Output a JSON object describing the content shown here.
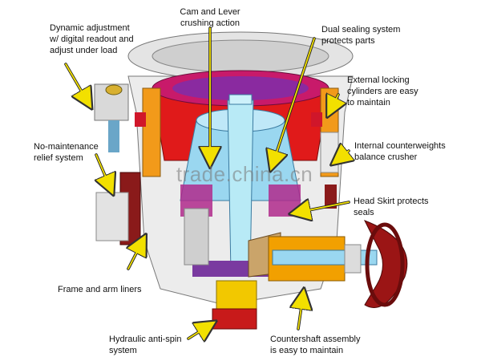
{
  "labels": {
    "cam_lever": "Cam and Lever\ncrushing action",
    "dynamic_adjustment": "Dynamic adjustment\nw/ digital readout and\nadjust under load",
    "dual_sealing": "Dual sealing system\nprotects parts",
    "external_locking": "External locking\ncylinders are easy\nto maintain",
    "no_maintenance": "No-maintenance\nrelief system",
    "internal_counterweights": "Internal counterweights\nbalance crusher",
    "head_skirt": "Head Skirt protects\nseals",
    "frame_arm_liners": "Frame and arm liners",
    "hydraulic_anti_spin": "Hydraulic anti-spin\nsystem",
    "countershaft": "Countershaft assembly\nis easy to maintain"
  },
  "watermark": "trade.china.cn",
  "colors": {
    "arrow": "#f2e000",
    "mantle": "#9ad7f0",
    "bowl": "#e01a1a",
    "liner": "#b02a8c",
    "frame": "#e9e9e9",
    "countershaft": "#f2a000",
    "pulley": "#9b1515"
  }
}
